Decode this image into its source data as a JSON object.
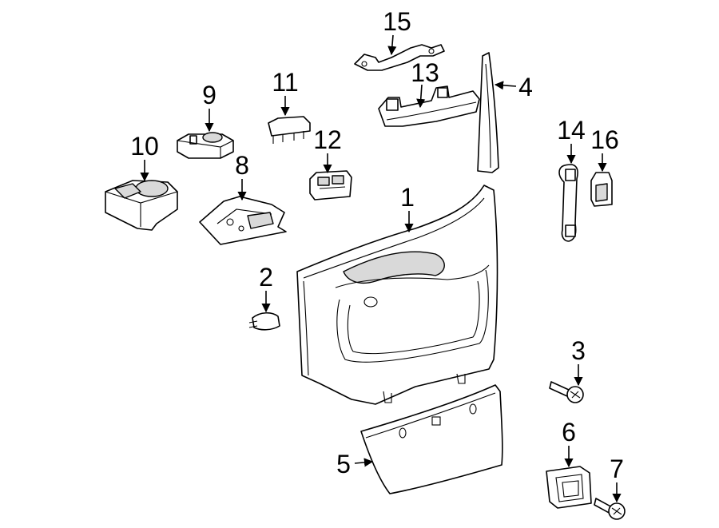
{
  "diagram": {
    "callouts": [
      {
        "id": "1",
        "part": "door-trim-panel"
      },
      {
        "id": "2",
        "part": "retainer-clip"
      },
      {
        "id": "3",
        "part": "screw"
      },
      {
        "id": "4",
        "part": "window-trim-strip"
      },
      {
        "id": "5",
        "part": "lower-trim-panel"
      },
      {
        "id": "6",
        "part": "bracket"
      },
      {
        "id": "7",
        "part": "bolt"
      },
      {
        "id": "8",
        "part": "switch-bracket"
      },
      {
        "id": "9",
        "part": "mirror-switch"
      },
      {
        "id": "10",
        "part": "window-switch-assembly"
      },
      {
        "id": "11",
        "part": "lock-switch"
      },
      {
        "id": "12",
        "part": "window-switch"
      },
      {
        "id": "13",
        "part": "armrest-bezel"
      },
      {
        "id": "14",
        "part": "grab-handle"
      },
      {
        "id": "15",
        "part": "reinforcement-bracket"
      },
      {
        "id": "16",
        "part": "handle-cover"
      }
    ],
    "colors": {
      "line": "#000000",
      "fill": "#ffffff",
      "shade": "#d9d9d9"
    }
  }
}
